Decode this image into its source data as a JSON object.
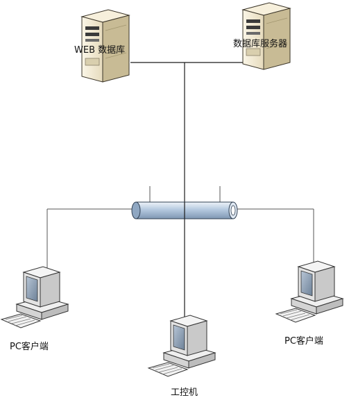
{
  "nodes": {
    "web_db": {
      "label": "WEB 数据库",
      "icon": "server-tower-icon"
    },
    "db_server": {
      "label": "数据库服务器",
      "icon": "server-tower-icon"
    },
    "pc_left": {
      "label": "PC客户端",
      "icon": "desktop-computer-icon"
    },
    "pc_right": {
      "label": "PC客户端",
      "icon": "desktop-computer-icon"
    },
    "ipc": {
      "label": "工控机",
      "icon": "desktop-computer-icon"
    },
    "bus": {
      "icon": "network-bus-cylinder-icon"
    }
  },
  "colors": {
    "server_body": "#efe6cc",
    "server_side": "#b9ad8a",
    "bus_fill": "#b5c9df",
    "monitor_body": "#e3e3e3",
    "screen": "#8c9eb3"
  }
}
